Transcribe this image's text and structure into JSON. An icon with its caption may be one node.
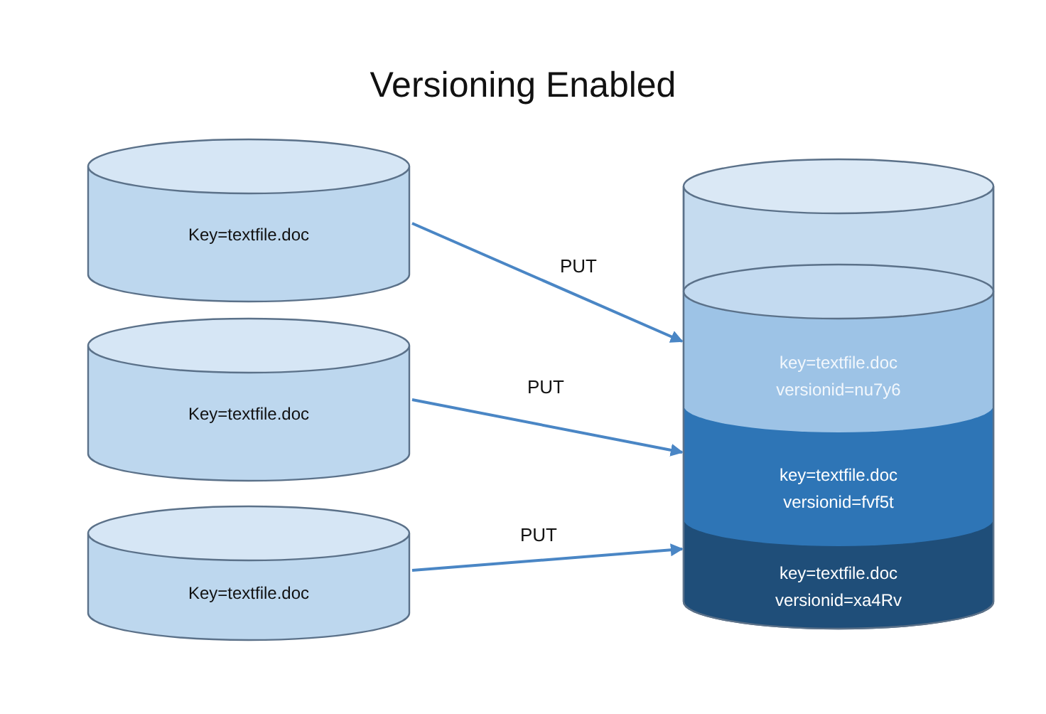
{
  "diagram": {
    "title": "Versioning Enabled",
    "nodes": [
      {
        "text": [
          "Key=textfile.doc"
        ]
      },
      {
        "text": [
          "Key=textfile.doc"
        ]
      },
      {
        "text": [
          "Key=textfile.doc"
        ]
      },
      {
        "text": [],
        "shape": "cylinder"
      },
      {
        "text": [
          "key=textfile.doc",
          "versionid=nu7y6"
        ],
        "in": 3
      },
      {
        "text": [
          "key=textfile.doc",
          "versionid=fvf5t"
        ],
        "in": 3
      },
      {
        "text": [
          "key=textfile.doc",
          "versionid=xa4Rv"
        ],
        "in": 3
      }
    ],
    "edges": [
      {
        "from": 0,
        "to": 4,
        "arrow": "to",
        "label": "PUT"
      },
      {
        "from": 1,
        "to": 5,
        "arrow": "to",
        "label": "PUT"
      },
      {
        "from": 2,
        "to": 6,
        "arrow": "to",
        "label": "PUT"
      }
    ]
  }
}
